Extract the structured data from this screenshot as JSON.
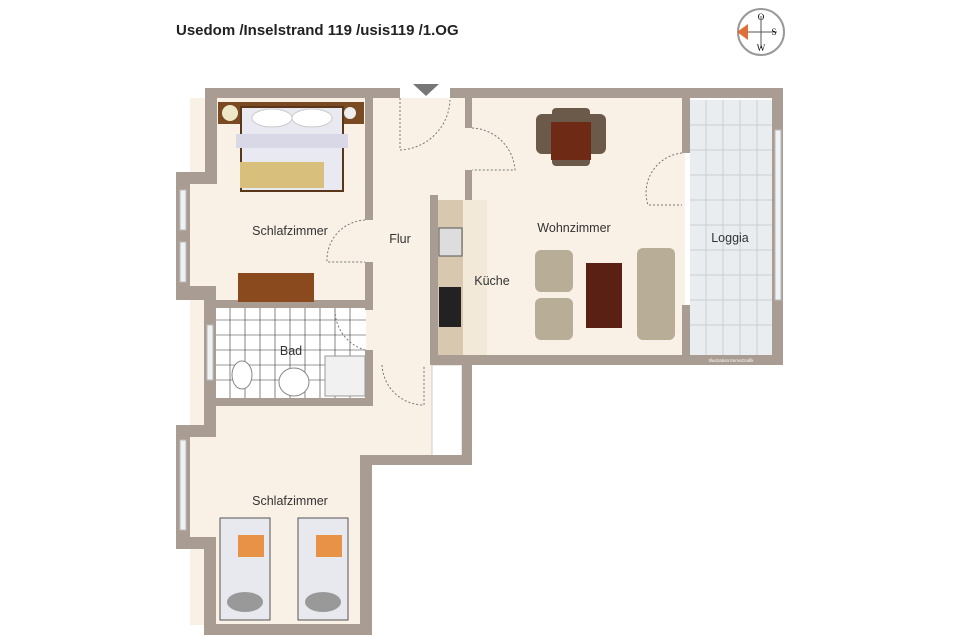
{
  "title": "Usedom /Inselstrand 119 /usis119 /1.OG",
  "compass": {
    "top": "O",
    "right": "S",
    "bottom": "W",
    "accent_color": "#e0703a"
  },
  "rooms": {
    "bedroom_1": "Schlafzimmer",
    "hallway": "Flur",
    "kitchen": "Küche",
    "living_room": "Wohnzimmer",
    "loggia": "Loggia",
    "bathroom": "Bad",
    "bedroom_2": "Schlafzimmer"
  },
  "watermark": "Illustration:ImmoGrafik",
  "colors": {
    "wall": "#a99c92",
    "floor": "#f9f0e6",
    "tile": "#e8ecef"
  }
}
